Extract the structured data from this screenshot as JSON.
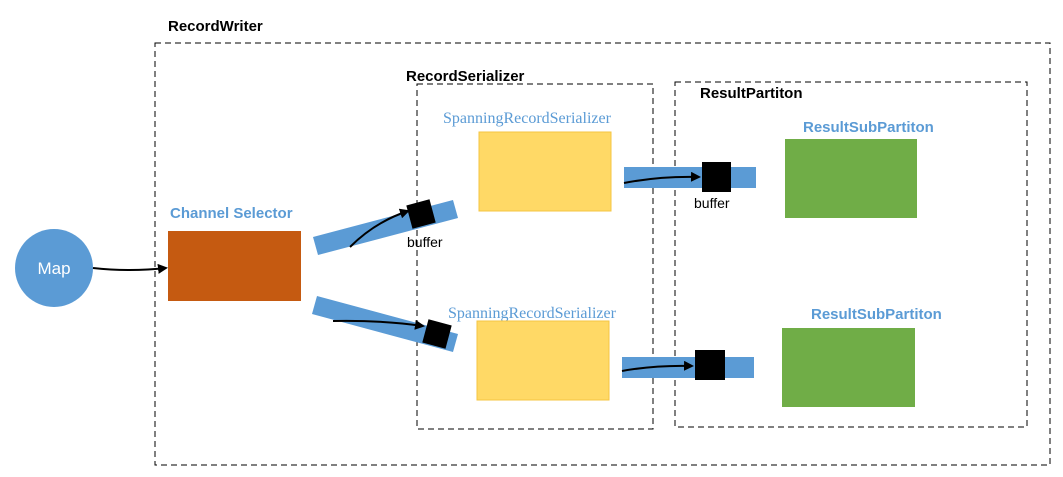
{
  "labels": {
    "record_writer": "RecordWriter",
    "record_serializer": "RecordSerializer",
    "result_partition": "ResultPartiton",
    "channel_selector": "Channel Selector",
    "map": "Map",
    "spanning_serializer_1": "SpanningRecordSerializer",
    "spanning_serializer_2": "SpanningRecordSerializer",
    "result_subpartition_1": "ResultSubPartiton",
    "result_subpartition_2": "ResultSubPartiton",
    "buffer_1": "buffer",
    "buffer_2": "buffer"
  },
  "colors": {
    "map_fill": "#5b9bd5",
    "channel_selector_fill": "#c55a11",
    "serializer_fill": "#ffd966",
    "subpartition_fill": "#70ad47",
    "buffer_bar": "#5b9bd5",
    "buffer_block": "#000000",
    "blue_label": "#5b9bd5"
  }
}
